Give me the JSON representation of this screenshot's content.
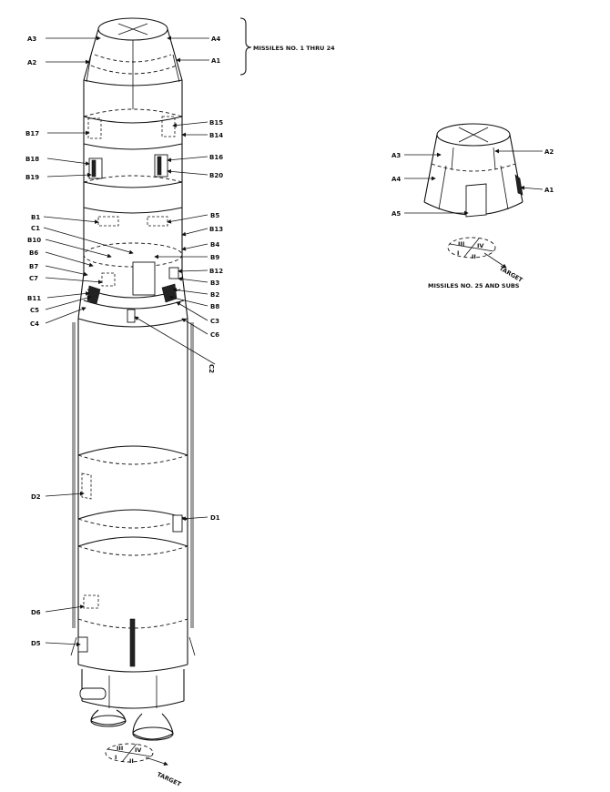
{
  "bracket_caption": "MISSILES NO. 1 THRU 24",
  "inset_caption": "MISSILES NO. 25 AND SUBS",
  "target_label": "TARGET",
  "compass_letters": [
    "III",
    "IV",
    "I",
    "II"
  ],
  "main_labels": {
    "A3": "A3",
    "A4": "A4",
    "A2": "A2",
    "A1": "A1",
    "B17": "B17",
    "B15": "B15",
    "B14": "B14",
    "B18": "B18",
    "B16": "B16",
    "B19": "B19",
    "B20": "B20",
    "B1": "B1",
    "B5": "B5",
    "C1": "C1",
    "B13": "B13",
    "B10": "B10",
    "B4": "B4",
    "B6": "B6",
    "B9": "B9",
    "B7": "B7",
    "B12": "B12",
    "C7": "C7",
    "B3": "B3",
    "B11": "B11",
    "B2": "B2",
    "C5": "C5",
    "B8": "B8",
    "C4": "C4",
    "C3": "C3",
    "C6": "C6",
    "C2": "C2",
    "D2": "D2",
    "D1": "D1",
    "D6": "D6",
    "D5": "D5"
  },
  "inset_labels": {
    "A3": "A3",
    "A2": "A2",
    "A4": "A4",
    "A1": "A1",
    "A5": "A5"
  }
}
